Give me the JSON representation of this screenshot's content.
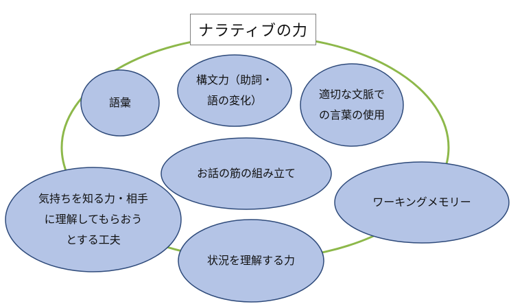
{
  "title": "ナラティブの力",
  "colors": {
    "node_fill": "#b4c4e6",
    "node_stroke": "#2e4a7a",
    "ring": "#8db84a"
  },
  "nodes": [
    {
      "id": "goi",
      "label": "語彙"
    },
    {
      "id": "kobun",
      "label": "構文力（助詞・\n語の変化）"
    },
    {
      "id": "bunmyaku",
      "label": "適切な文脈で\nの言葉の使用"
    },
    {
      "id": "sujigumi",
      "label": "お話の筋の組み立て"
    },
    {
      "id": "kimochi",
      "label": "気持ちを知る力・相手\nに理解してもらおう\nとする工夫"
    },
    {
      "id": "working",
      "label": "ワーキングメモリー"
    },
    {
      "id": "jokyo",
      "label": "状況を理解する力"
    }
  ]
}
